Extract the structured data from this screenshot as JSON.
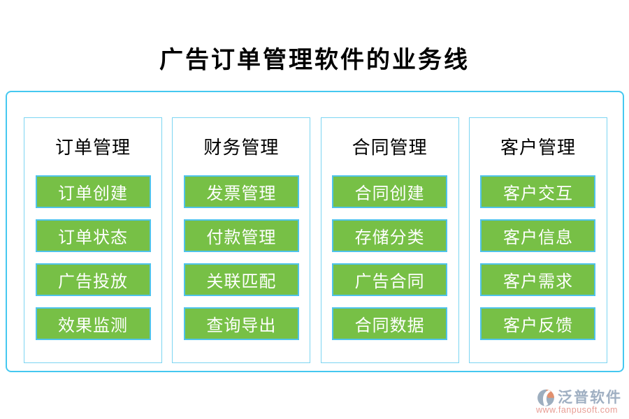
{
  "title": "广告订单管理软件的业务线",
  "columns": [
    {
      "header": "订单管理",
      "items": [
        "订单创建",
        "订单状态",
        "广告投放",
        "效果监测"
      ]
    },
    {
      "header": "财务管理",
      "items": [
        "发票管理",
        "付款管理",
        "关联匹配",
        "查询导出"
      ]
    },
    {
      "header": "合同管理",
      "items": [
        "合同创建",
        "存储分类",
        "广告合同",
        "合同数据"
      ]
    },
    {
      "header": "客户管理",
      "items": [
        "客户交互",
        "客户信息",
        "客户需求",
        "客户反馈"
      ]
    }
  ],
  "footer": {
    "brand": "泛普软件",
    "website": "www.fanpusoft.com"
  },
  "colors": {
    "outer-border": "#45c8f0",
    "column-border": "#7cd5f2",
    "button-bg": "#77c046",
    "button-border": "#4fc3ea",
    "button-text": "#ffffff",
    "title-text": "#000000",
    "brand-gray": "#9fafc2",
    "brand-orange": "#e08a63",
    "website-red": "#e89d94"
  }
}
